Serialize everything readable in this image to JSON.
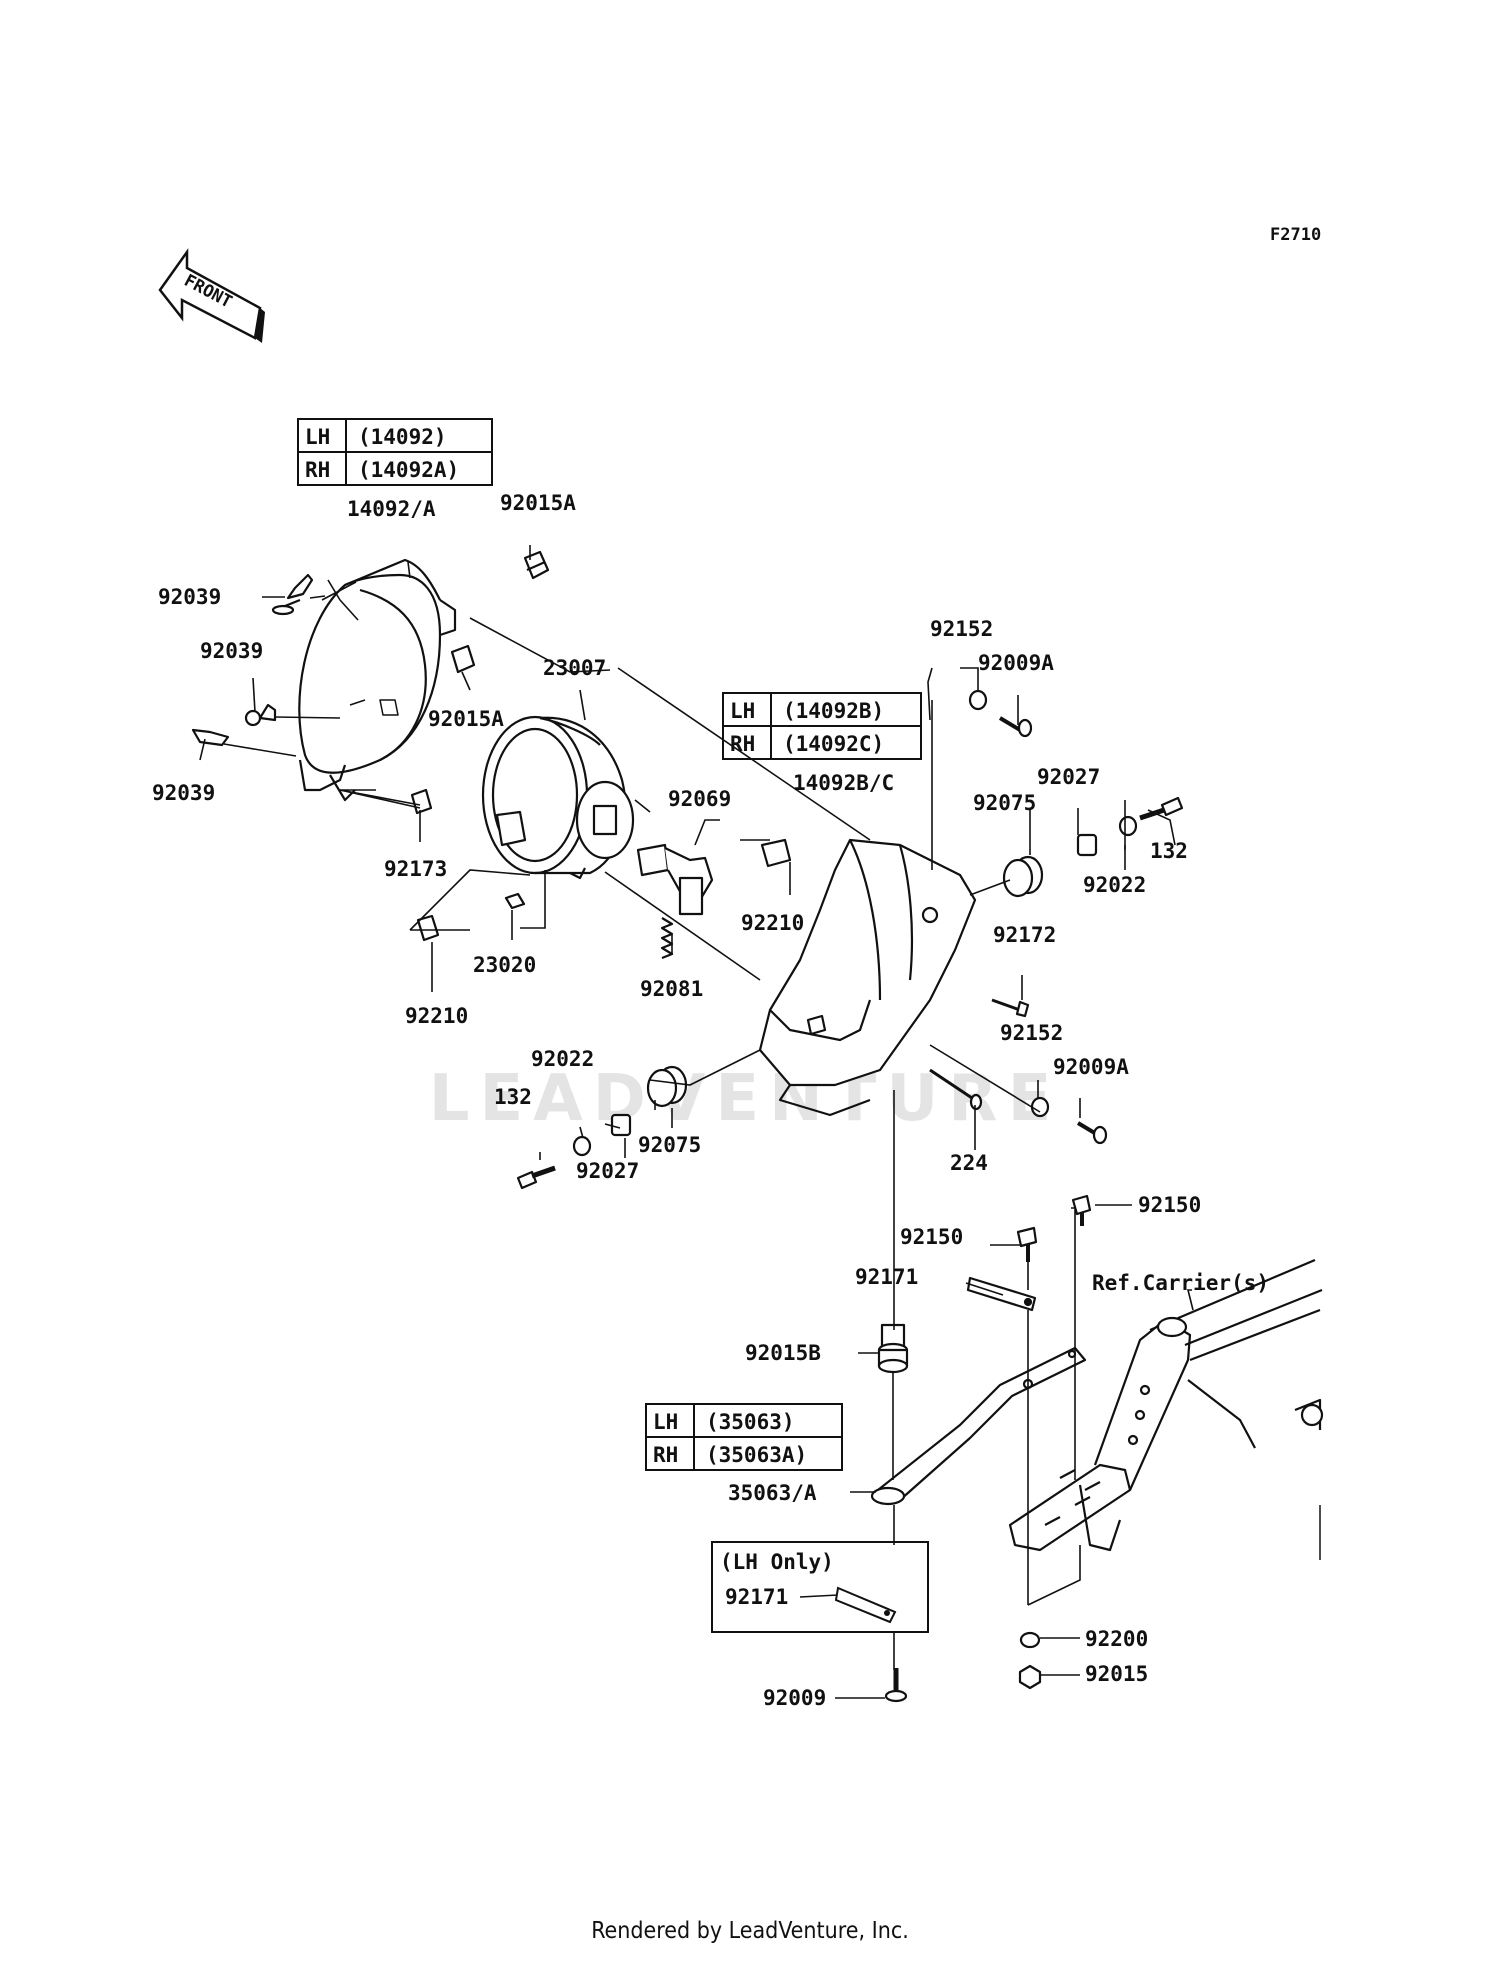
{
  "diagram": {
    "code": "F2710",
    "front_arrow": "FRONT",
    "footer": "Rendered by LeadVenture, Inc.",
    "watermark": "LEADVENTURE",
    "tables": {
      "cover": [
        {
          "side": "LH",
          "part": "(14092)"
        },
        {
          "side": "RH",
          "part": "(14092A)"
        }
      ],
      "case": [
        {
          "side": "LH",
          "part": "(14092B)"
        },
        {
          "side": "RH",
          "part": "(14092C)"
        }
      ],
      "bracket": [
        {
          "side": "LH",
          "part": "(35063)"
        },
        {
          "side": "RH",
          "part": "(35063A)"
        }
      ]
    },
    "lh_only_box": {
      "title": "(LH Only)",
      "part": "92171"
    },
    "labels": {
      "l14092A": "14092/A",
      "l92015A_1": "92015A",
      "l92039_1": "92039",
      "l92039_2": "92039",
      "l92039_3": "92039",
      "l23007": "23007",
      "l92015A_2": "92015A",
      "l92152_1": "92152",
      "l92009A_1": "92009A",
      "l92069": "92069",
      "l14092BC": "14092B/C",
      "l92027_1": "92027",
      "l92075_1": "92075",
      "l132_1": "132",
      "l92022_1": "92022",
      "l92173": "92173",
      "l92210_1": "92210",
      "l92172": "92172",
      "l23020": "23020",
      "l92081": "92081",
      "l92210_2": "92210",
      "l92152_2": "92152",
      "l92009A_2": "92009A",
      "l92022_2": "92022",
      "l132_2": "132",
      "l92075_2": "92075",
      "l92027_2": "92027",
      "l224": "224",
      "l92150_1": "92150",
      "l92150_2": "92150",
      "l92171_1": "92171",
      "lRefCarrier": "Ref.Carrier(s)",
      "l92015B": "92015B",
      "l35063A": "35063/A",
      "l92200": "92200",
      "l92015": "92015",
      "l92009": "92009"
    }
  }
}
